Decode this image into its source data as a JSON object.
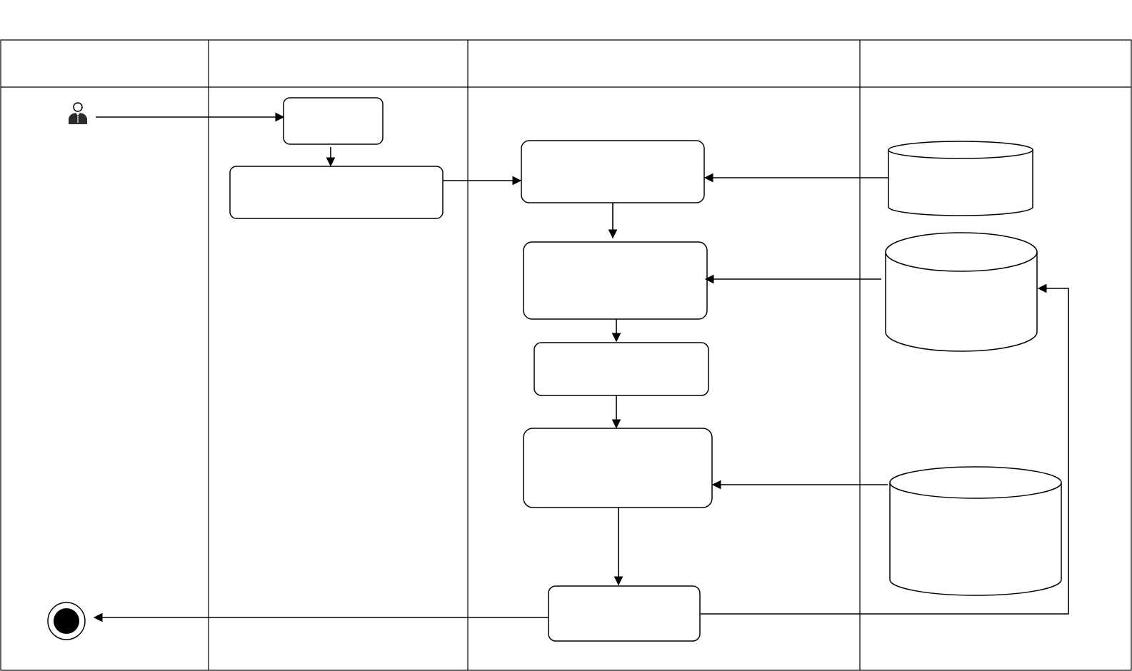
{
  "diagram": {
    "type": "swimlane-activity-flow",
    "colors": {
      "line": "#000000",
      "background": "#ffffff",
      "final-node-fill": "#000000"
    },
    "lanes": [
      {
        "id": "lane-1",
        "label": ""
      },
      {
        "id": "lane-2",
        "label": ""
      },
      {
        "id": "lane-3",
        "label": ""
      },
      {
        "id": "lane-4",
        "label": ""
      }
    ],
    "nodes": {
      "start": {
        "icon": "person-icon"
      },
      "step1": {
        "label": ""
      },
      "step2": {
        "label": ""
      },
      "step3": {
        "label": ""
      },
      "step4": {
        "label": ""
      },
      "step5": {
        "label": ""
      },
      "step6": {
        "label": ""
      },
      "step7": {
        "label": ""
      },
      "db1": {
        "label": ""
      },
      "db2": {
        "label": ""
      },
      "db3": {
        "label": ""
      },
      "end": {
        "icon": "final-node-icon"
      }
    }
  }
}
